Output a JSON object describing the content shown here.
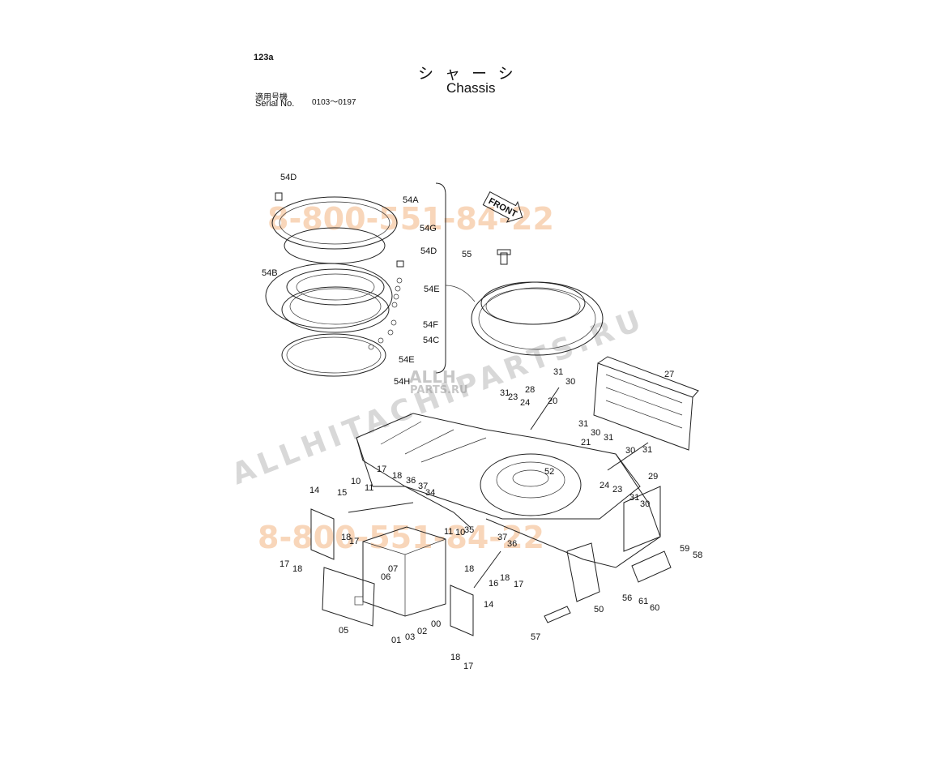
{
  "header": {
    "page_number": "123a",
    "title_jp": "シャーシ",
    "title_en": "Chassis",
    "applicable_label_jp": "適用号機",
    "serial_label": "Serial No.",
    "serial_range": "0103～0197"
  },
  "front_marker": "FRONT",
  "watermarks": {
    "phone": "8-800-551-84-22",
    "site": "ALLHITACHIPARTS.RU",
    "logo_top": "ALLH",
    "logo_bottom": "PARTS.RU"
  },
  "colors": {
    "watermark_orange": "#f6c9a3",
    "watermark_gray": "#cfcfcf",
    "line": "#222222"
  },
  "callouts": [
    "54D",
    "54A",
    "54G",
    "54D",
    "54B",
    "54E",
    "54F",
    "54C",
    "54E",
    "54H",
    "55",
    "28",
    "31",
    "30",
    "27",
    "31",
    "23",
    "24",
    "20",
    "31",
    "30",
    "31",
    "21",
    "30",
    "31",
    "29",
    "24",
    "23",
    "31",
    "30",
    "52",
    "10",
    "17",
    "18",
    "36",
    "37",
    "11",
    "34",
    "15",
    "14",
    "17",
    "18",
    "17",
    "18",
    "11",
    "10",
    "35",
    "37",
    "36",
    "18",
    "16",
    "18",
    "17",
    "07",
    "06",
    "05",
    "00",
    "14",
    "01",
    "03",
    "02",
    "18",
    "17",
    "50",
    "56",
    "61",
    "60",
    "59",
    "58",
    "57"
  ]
}
